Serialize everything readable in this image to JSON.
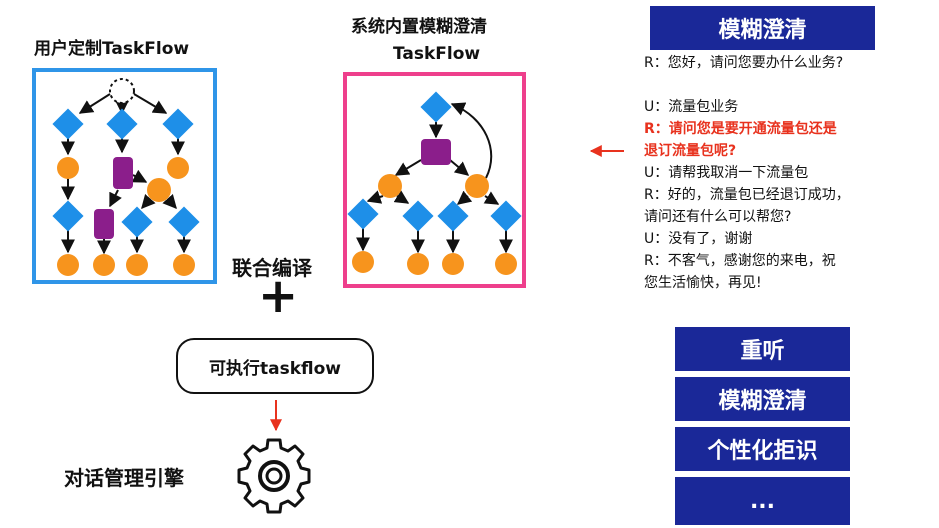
{
  "user_taskflow": {
    "title": "用户定制TaskFlow"
  },
  "system_taskflow": {
    "title_line1": "系统内置模糊澄清",
    "title_line2": "TaskFlow"
  },
  "compile_label": "联合编译",
  "plus_symbol": "+",
  "executable_label": "可执行taskflow",
  "engine_label": "对话管理引擎",
  "dialog": {
    "header": "模糊澄清",
    "lines": [
      {
        "text": "R：您好，请问您要办什么业务?",
        "highlight": false
      },
      {
        "text": "",
        "highlight": false
      },
      {
        "text": "U：流量包业务",
        "highlight": false
      },
      {
        "text": "R：请问您是要开通流量包还是",
        "highlight": true
      },
      {
        "text": "退订流量包呢?",
        "highlight": true
      },
      {
        "text": "U：请帮我取消一下流量包",
        "highlight": false
      },
      {
        "text": "R：好的，流量包已经退订成功，",
        "highlight": false
      },
      {
        "text": "请问还有什么可以帮您?",
        "highlight": false
      },
      {
        "text": "U：没有了，谢谢",
        "highlight": false
      },
      {
        "text": "R：不客气，感谢您的来电，祝",
        "highlight": false
      },
      {
        "text": "您生活愉快，再见!",
        "highlight": false
      }
    ]
  },
  "features": [
    "重听",
    "模糊澄清",
    "个性化拒识",
    "..."
  ],
  "colors": {
    "user_frame": "#2f95e8",
    "system_frame": "#ee3f8c",
    "diamond": "#1e8fe8",
    "circle": "#f7941d",
    "square": "#8b1e8b",
    "panel": "#1a2898",
    "red_arrow": "#e8321e"
  }
}
